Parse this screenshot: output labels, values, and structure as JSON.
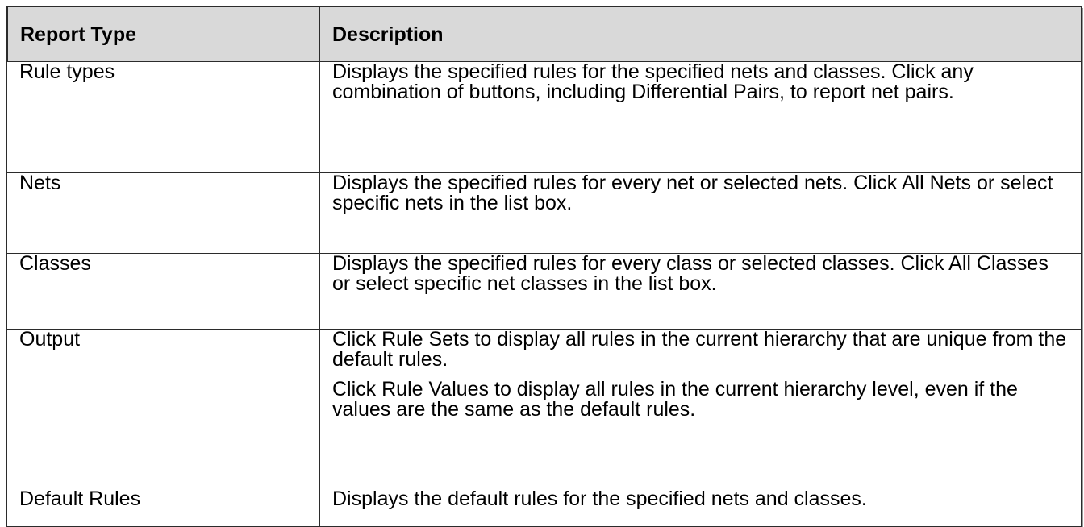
{
  "table": {
    "headers": [
      "Report Type",
      "Description"
    ],
    "rows": [
      {
        "type": "Rule types",
        "description": [
          "Displays the specified rules for the specified nets and classes. Click any combination of buttons, including Differential Pairs, to report net pairs."
        ]
      },
      {
        "type": "Nets",
        "description": [
          "Displays the specified rules for every net or selected nets. Click All Nets or select specific nets in the list box."
        ]
      },
      {
        "type": "Classes",
        "description": [
          "Displays the specified rules for every class or selected classes. Click All Classes or select specific net classes in the list box."
        ]
      },
      {
        "type": "Output",
        "description": [
          "Click Rule Sets to display all rules in the current hierarchy that are unique from the default rules.",
          "Click Rule Values to display all rules in the current hierarchy level, even if the values are the same as the default rules."
        ]
      },
      {
        "type": "Default Rules",
        "description": [
          "Displays the default rules for the specified nets and classes."
        ]
      }
    ]
  }
}
